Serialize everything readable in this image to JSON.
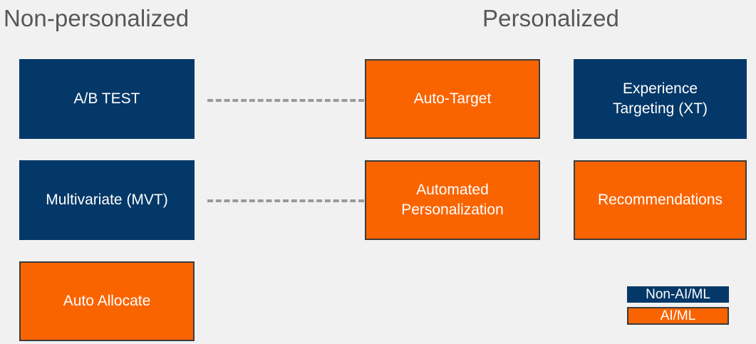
{
  "background_color": "#f1f1f1",
  "colors": {
    "navy": "#043868",
    "orange": "#fa6400",
    "border": "#3c3c3c",
    "header_text": "#575757",
    "connector": "#9a9a9a",
    "label_text": "#ffffff"
  },
  "headers": {
    "left": "Non-personalized",
    "right": "Personalized"
  },
  "nodes": {
    "ab_test": {
      "label": "A/B TEST",
      "type": "Non-AI/ML"
    },
    "multivariate": {
      "label": "Multivariate (MVT)",
      "type": "Non-AI/ML"
    },
    "auto_allocate": {
      "label": "Auto Allocate",
      "type": "AI/ML"
    },
    "auto_target": {
      "label": "Auto-Target",
      "type": "AI/ML"
    },
    "automated_personalization": {
      "label": "Automated\nPersonalization",
      "line1": "Automated",
      "line2": "Personalization",
      "type": "AI/ML"
    },
    "experience_targeting": {
      "label": "Experience\nTargeting (XT)",
      "line1": "Experience",
      "line2": "Targeting (XT)",
      "type": "Non-AI/ML"
    },
    "recommendations": {
      "label": "Recommendations",
      "type": "AI/ML"
    }
  },
  "connectors": [
    {
      "from": "ab_test",
      "to": "auto_target",
      "style": "dashed"
    },
    {
      "from": "multivariate",
      "to": "automated_personalization",
      "style": "dashed"
    }
  ],
  "legend": {
    "items": [
      {
        "label": "Non-AI/ML",
        "color": "#043868"
      },
      {
        "label": "AI/ML",
        "color": "#fa6400"
      }
    ]
  }
}
